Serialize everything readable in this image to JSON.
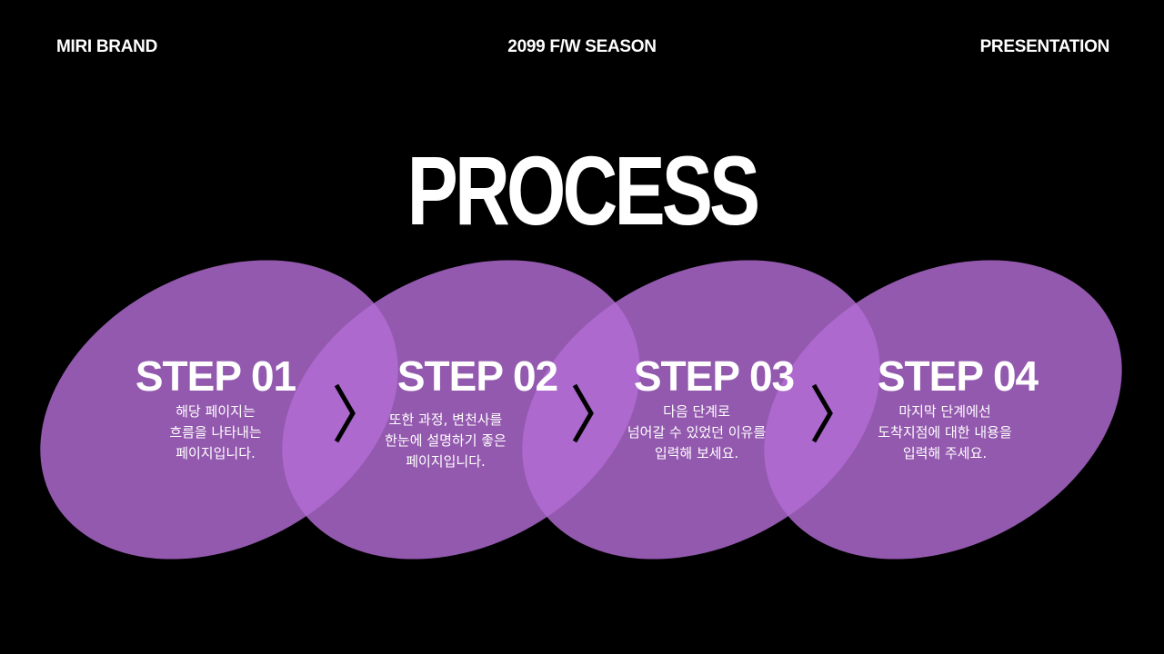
{
  "header": {
    "brand": "MIRI BRAND",
    "season": "2099 F/W SEASON",
    "type": "PRESENTATION"
  },
  "title": "PROCESS",
  "colors": {
    "background": "#000000",
    "ellipse": "#b36dd4",
    "text": "#ffffff"
  },
  "steps": [
    {
      "title": "STEP 01",
      "lines": [
        "해당 페이지는",
        "흐름을 나타내는",
        "페이지입니다."
      ]
    },
    {
      "title": "STEP 02",
      "lines": [
        "또한 과정, 변천사를",
        "한눈에 설명하기 좋은",
        "페이지입니다."
      ]
    },
    {
      "title": "STEP 03",
      "lines": [
        "다음 단계로",
        "넘어갈 수 있었던 이유를",
        "입력해 보세요."
      ]
    },
    {
      "title": "STEP 04",
      "lines": [
        "마지막 단계에선",
        "도착지점에 대한 내용을",
        "입력해 주세요."
      ]
    }
  ],
  "connector_icon": "chevron-right-icon"
}
